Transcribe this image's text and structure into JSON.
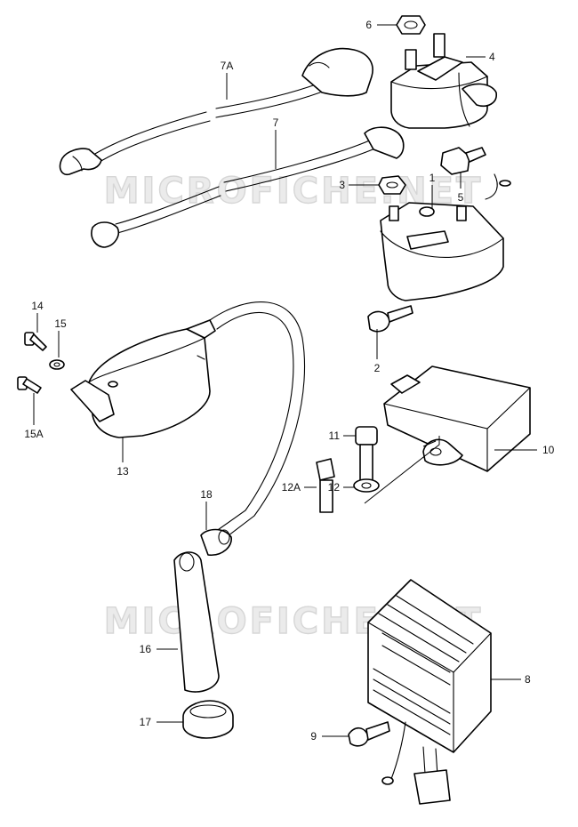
{
  "watermark": "MICROFICHE.NET",
  "callouts": {
    "c1": "1",
    "c2": "2",
    "c3": "3",
    "c4": "4",
    "c5": "5",
    "c6": "6",
    "c7": "7",
    "c7a": "7A",
    "c8": "8",
    "c9": "9",
    "c10": "10",
    "c11": "11",
    "c12": "12",
    "c12a": "12A",
    "c13": "13",
    "c14": "14",
    "c15": "15",
    "c15a": "15A",
    "c16": "16",
    "c17": "17",
    "c18": "18"
  }
}
